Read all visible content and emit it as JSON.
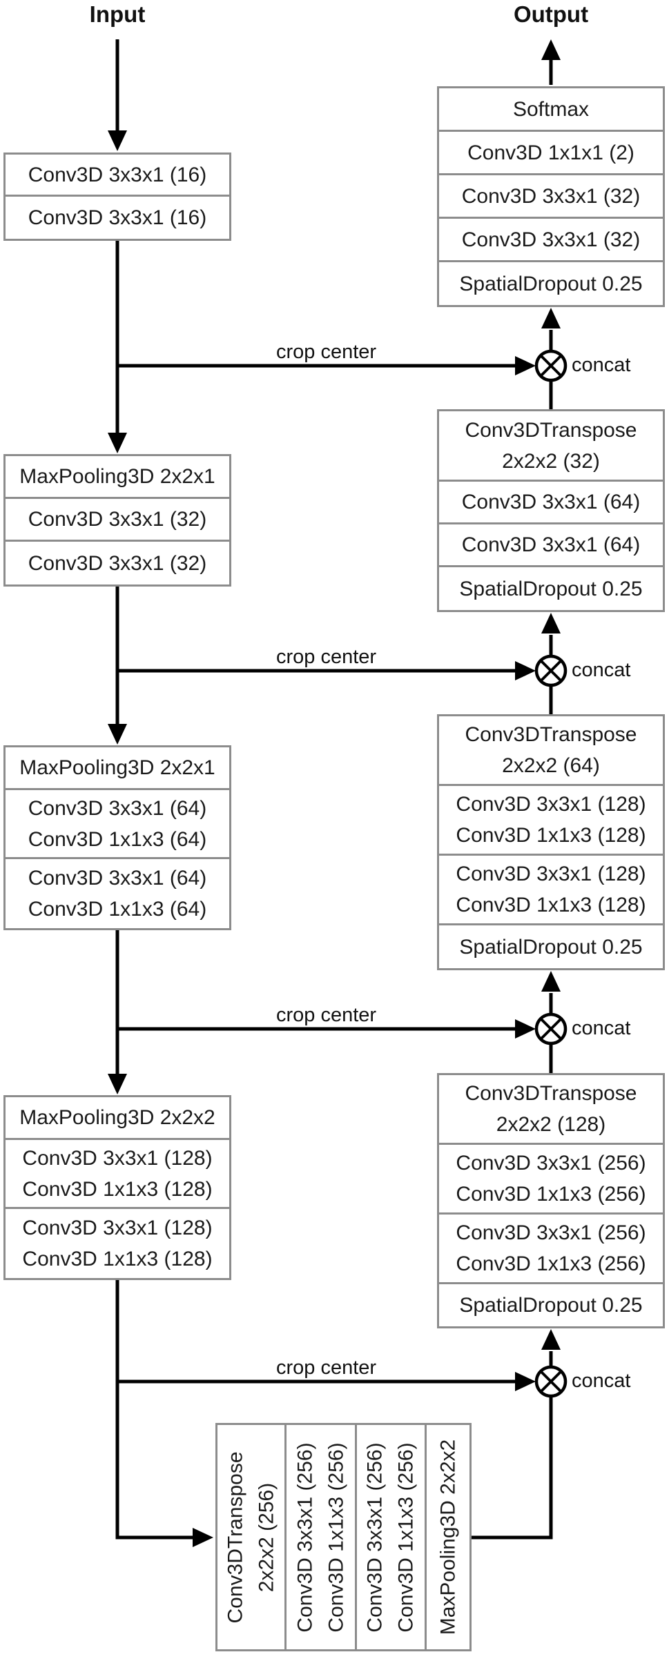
{
  "titles": {
    "input": "Input",
    "output": "Output"
  },
  "labels": {
    "crop_center": "crop center",
    "concat": "concat"
  },
  "colors": {
    "line": "#000000",
    "box_border": "#8c8c8c",
    "background": "#ffffff",
    "text": "#1a1a1a"
  },
  "encoder": {
    "block1": {
      "rows": [
        {
          "lines": [
            "Conv3D 3x3x1 (16)"
          ]
        },
        {
          "lines": [
            "Conv3D 3x3x1 (16)"
          ]
        }
      ]
    },
    "block2": {
      "rows": [
        {
          "lines": [
            "MaxPooling3D 2x2x1"
          ]
        },
        {
          "lines": [
            "Conv3D 3x3x1 (32)"
          ]
        },
        {
          "lines": [
            "Conv3D 3x3x1 (32)"
          ]
        }
      ]
    },
    "block3": {
      "rows": [
        {
          "lines": [
            "MaxPooling3D 2x2x1"
          ]
        },
        {
          "lines": [
            "Conv3D 3x3x1 (64)",
            "Conv3D 1x1x3 (64)"
          ]
        },
        {
          "lines": [
            "Conv3D 3x3x1 (64)",
            "Conv3D 1x1x3 (64)"
          ]
        }
      ]
    },
    "block4": {
      "rows": [
        {
          "lines": [
            "MaxPooling3D 2x2x2"
          ]
        },
        {
          "lines": [
            "Conv3D 3x3x1 (128)",
            "Conv3D 1x1x3 (128)"
          ]
        },
        {
          "lines": [
            "Conv3D 3x3x1 (128)",
            "Conv3D 1x1x3 (128)"
          ]
        }
      ]
    }
  },
  "bottleneck": {
    "columns": [
      {
        "lines": [
          "Conv3DTranspose",
          "2x2x2 (256)"
        ]
      },
      {
        "lines": [
          "Conv3D 3x3x1 (256)",
          "Conv3D 1x1x3 (256)"
        ]
      },
      {
        "lines": [
          "Conv3D 3x3x1 (256)",
          "Conv3D 1x1x3 (256)"
        ]
      },
      {
        "lines": [
          "MaxPooling3D 2x2x2"
        ]
      }
    ]
  },
  "decoder": {
    "block4": {
      "rows": [
        {
          "lines": [
            "Conv3DTranspose",
            "2x2x2 (128)"
          ]
        },
        {
          "lines": [
            "Conv3D 3x3x1 (256)",
            "Conv3D 1x1x3 (256)"
          ]
        },
        {
          "lines": [
            "Conv3D 3x3x1 (256)",
            "Conv3D 1x1x3 (256)"
          ]
        },
        {
          "lines": [
            "SpatialDropout 0.25"
          ]
        }
      ]
    },
    "block3": {
      "rows": [
        {
          "lines": [
            "Conv3DTranspose",
            "2x2x2 (64)"
          ]
        },
        {
          "lines": [
            "Conv3D 3x3x1 (128)",
            "Conv3D 1x1x3 (128)"
          ]
        },
        {
          "lines": [
            "Conv3D 3x3x1 (128)",
            "Conv3D 1x1x3 (128)"
          ]
        },
        {
          "lines": [
            "SpatialDropout 0.25"
          ]
        }
      ]
    },
    "block2": {
      "rows": [
        {
          "lines": [
            "Conv3DTranspose",
            "2x2x2 (32)"
          ]
        },
        {
          "lines": [
            "Conv3D 3x3x1 (64)"
          ]
        },
        {
          "lines": [
            "Conv3D 3x3x1 (64)"
          ]
        },
        {
          "lines": [
            "SpatialDropout 0.25"
          ]
        }
      ]
    },
    "block1": {
      "rows": [
        {
          "lines": [
            "Softmax"
          ]
        },
        {
          "lines": [
            "Conv3D 1x1x1 (2)"
          ]
        },
        {
          "lines": [
            "Conv3D 3x3x1 (32)"
          ]
        },
        {
          "lines": [
            "Conv3D 3x3x1 (32)"
          ]
        },
        {
          "lines": [
            "SpatialDropout 0.25"
          ]
        }
      ]
    }
  }
}
